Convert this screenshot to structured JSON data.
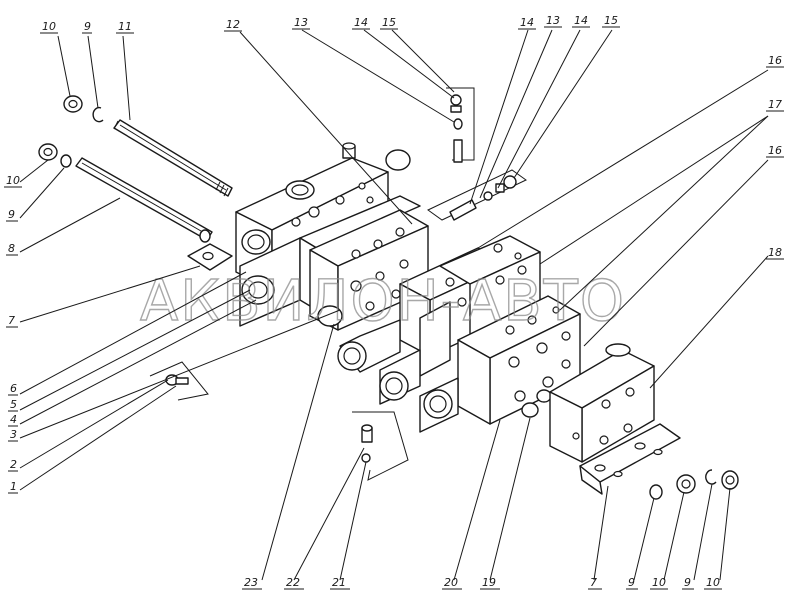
{
  "watermark": {
    "text": "АКВИЛОН-АВТО"
  },
  "callouts": {
    "c1": "10",
    "c2": "9",
    "c3": "11",
    "c4": "12",
    "c5": "13",
    "c6": "14",
    "c7": "15",
    "c8": "14",
    "c9": "13",
    "c10": "14",
    "c11": "15",
    "c12": "16",
    "c13": "17",
    "c14": "16",
    "c15": "10",
    "c16": "9",
    "c17": "8",
    "c18": "7",
    "c19": "6",
    "c20": "5",
    "c21": "4",
    "c22": "3",
    "c23": "2",
    "c24": "1",
    "c25": "18",
    "c26": "23",
    "c27": "22",
    "c28": "21",
    "c29": "20",
    "c30": "19",
    "c31": "7",
    "c32": "9",
    "c33": "10",
    "c34": "9",
    "c35": "10"
  },
  "colors": {
    "ink": "#1a1a1a",
    "paper": "#ffffff",
    "watermark": "#8c8c8c"
  }
}
